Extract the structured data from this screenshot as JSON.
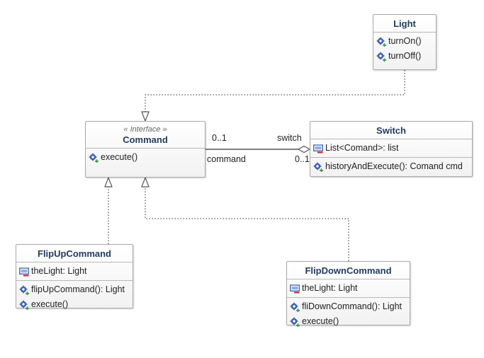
{
  "classes": {
    "light": {
      "name": "Light",
      "operations": [
        "turnOn()",
        "turnOff()"
      ]
    },
    "command": {
      "stereotype": "« Interface »",
      "name": "Command",
      "operations": [
        "execute()"
      ]
    },
    "switch": {
      "name": "Switch",
      "attributes": [
        "List<Comand>: list"
      ],
      "operations": [
        "historyAndExecute(): Comand cmd"
      ]
    },
    "flip_up": {
      "name": "FlipUpCommand",
      "attributes": [
        "theLight: Light"
      ],
      "operations": [
        "flipUpCommand(): Light",
        "execute()"
      ]
    },
    "flip_down": {
      "name": "FlipDownCommand",
      "attributes": [
        "theLight: Light"
      ],
      "operations": [
        "fliDownCommand(): Light",
        "execute()"
      ]
    }
  },
  "association": {
    "command_end_multiplicity": "0..1",
    "command_end_role": "command",
    "switch_end_role": "switch",
    "switch_end_multiplicity": "0..1"
  },
  "colors": {
    "class_name": "#1f3a5f",
    "border": "#a8a8a8",
    "line": "#555555",
    "operation_icon": "#3b63b5",
    "public_badge": "#2e9b3a",
    "private_badge": "#d02020"
  },
  "icons": {
    "operation": "public-operation-icon",
    "attribute": "private-attribute-icon"
  }
}
